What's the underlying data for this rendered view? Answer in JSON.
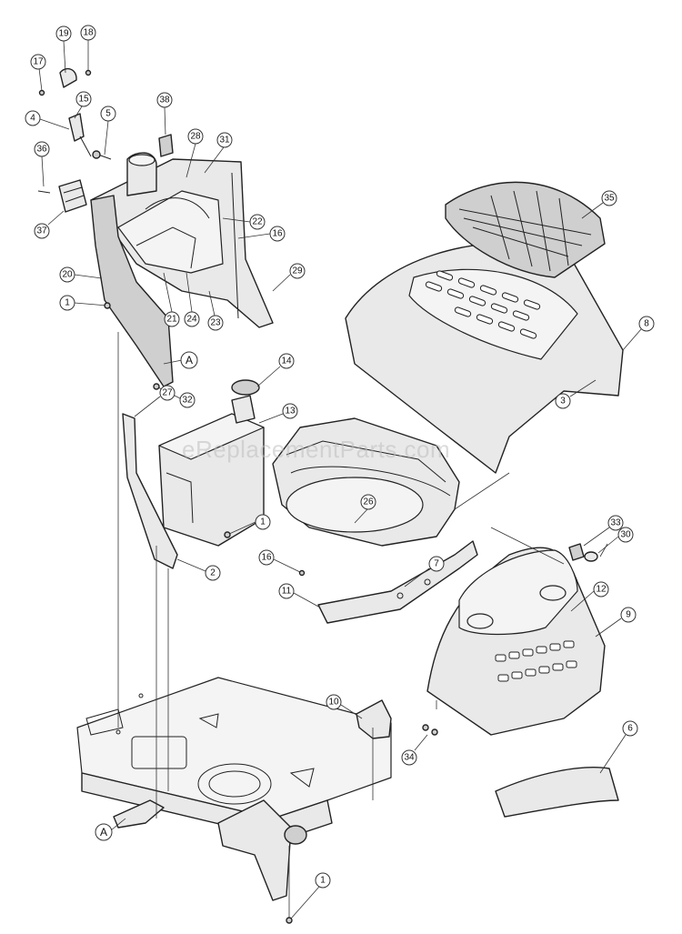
{
  "watermark": "eReplacementParts.com",
  "callouts": {
    "c17": "17",
    "c19": "19",
    "c18": "18",
    "c15": "15",
    "c4": "4",
    "c5": "5",
    "c38": "38",
    "c28": "28",
    "c31": "31",
    "c36": "36",
    "c37": "37",
    "c22": "22",
    "c16a": "16",
    "c20": "20",
    "c29": "29",
    "c1a": "1",
    "c21": "21",
    "c24": "24",
    "c23": "23",
    "cAa": "A",
    "c32": "32",
    "c14": "14",
    "c13": "13",
    "c27": "27",
    "c1b": "1",
    "c2": "2",
    "c26": "26",
    "c16b": "16",
    "c7": "7",
    "c11": "11",
    "c35": "35",
    "c8": "8",
    "c3": "3",
    "c33": "33",
    "c30": "30",
    "c12": "12",
    "c9": "9",
    "c10": "10",
    "c34": "34",
    "c6": "6",
    "cAb": "A",
    "c1c": "1"
  }
}
